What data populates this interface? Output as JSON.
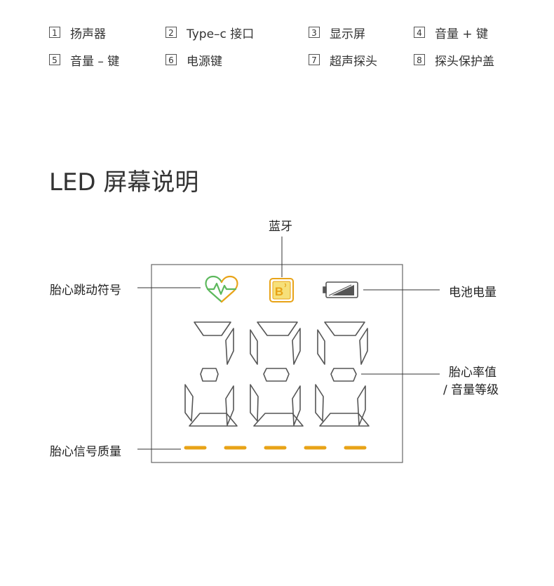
{
  "legend": [
    {
      "num": "1",
      "label": "扬声器"
    },
    {
      "num": "2",
      "label": "Type–c 接口"
    },
    {
      "num": "3",
      "label": "显示屏"
    },
    {
      "num": "4",
      "label": "音量 + 键"
    },
    {
      "num": "5",
      "label": "音量 – 键"
    },
    {
      "num": "6",
      "label": "电源键"
    },
    {
      "num": "7",
      "label": "超声探头"
    },
    {
      "num": "8",
      "label": "探头保护盖"
    }
  ],
  "section_title": "LED 屏幕说明",
  "callouts": {
    "bluetooth": "蓝牙",
    "heartbeat_symbol": "胎心跳动符号",
    "battery": "电池电量",
    "heart_rate_line1": "胎心率值",
    "heart_rate_line2": "/ 音量等级",
    "signal_quality": "胎心信号质量"
  },
  "bluetooth_glyph": "B",
  "colors": {
    "heart_green": "#5cb85c",
    "orange": "#e8a317",
    "segment_gray": "#555555",
    "frame": "#666666"
  },
  "icons": [
    "heart-pulse-icon",
    "bluetooth-icon",
    "battery-icon"
  ]
}
